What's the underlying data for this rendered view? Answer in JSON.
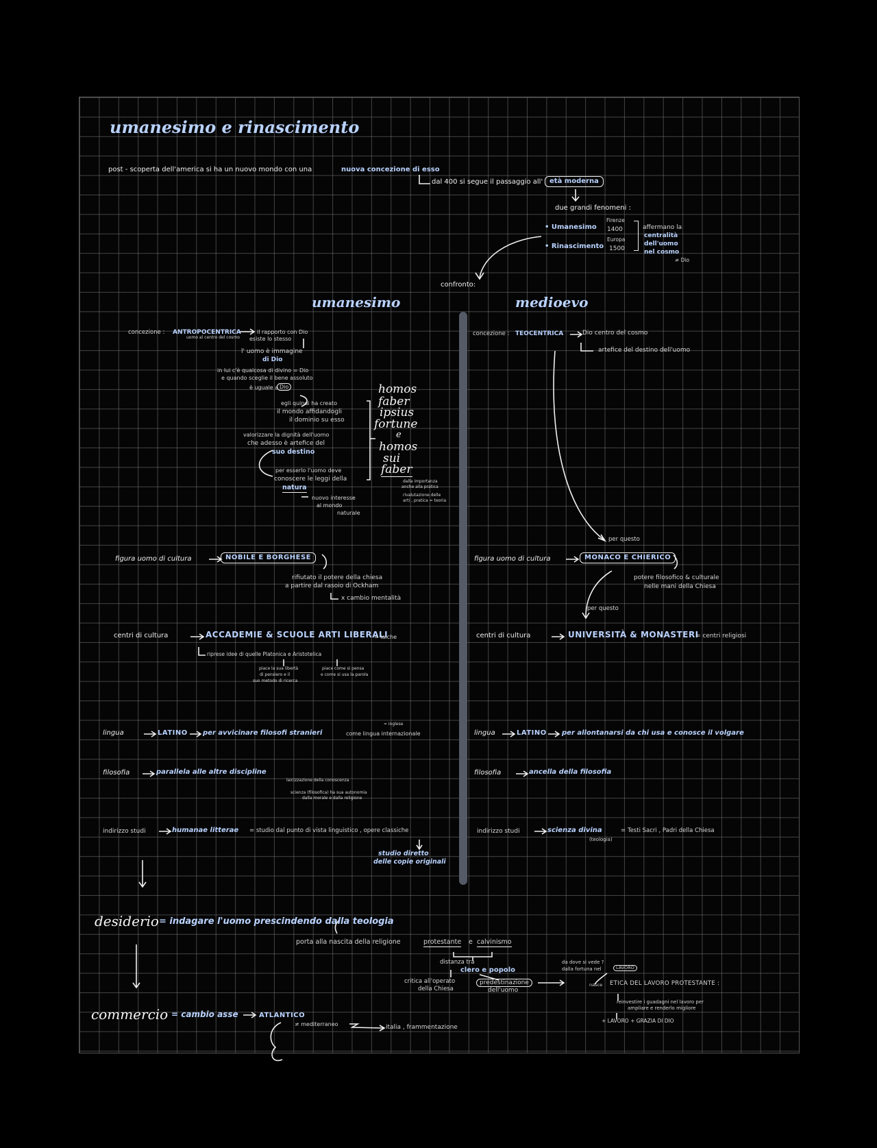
{
  "title": "umanesimo e rinascimento",
  "intro": {
    "line1a": "post - scoperta dell'america si ha un nuovo mondo con una",
    "line1b": "nuova concezione di esso",
    "line2a": "dal 400 si segue il passaggio all'",
    "line2b": "età moderna",
    "two_phenomena": "due grandi fenomeni :",
    "umanesimo": "• Umanesimo",
    "umanesimo_place": "Firenze",
    "umanesimo_year": "1400",
    "rinascimento": "• Rinascimento",
    "rinascimento_place": "Europa",
    "rinascimento_year": "1500",
    "affirm1": "affermano la",
    "affirm2": "centralità",
    "affirm3": "dell'uomo",
    "affirm4": "nel cosmo",
    "not_god": "≠ Dio",
    "confronto": "confronto:"
  },
  "left": {
    "header": "umanesimo",
    "concezione_label": "concezione :",
    "concezione_value": "ANTROPOCENTRICA",
    "rapporto": "il rapporto con Dio",
    "rapporto2": "esiste lo stesso",
    "uomo_centro": "uomo al centro del cosmo",
    "immagine1": "l' uomo è immagine",
    "immagine2": "di Dio",
    "divino1": "in lui c'è qualcosa di divino = Dio",
    "divino2": "e quando sceglie il bene assoluto",
    "divino3": "è uguale a",
    "divino3b": "Dio",
    "creato1": "egli quindi ha creato",
    "creato2": "il mondo affidandogli",
    "creato3": "il dominio su esso",
    "valorizzare1": "valorizzare la dignità dell'uomo",
    "valorizzare2": "che adesso è artefice del",
    "valorizzare3": "suo destino",
    "leggi1": "per esserlo l'uomo deve",
    "leggi2": "conoscere le leggi della",
    "leggi3": "natura",
    "interesse1": "nuovo interesse",
    "interesse2": "al mondo",
    "interesse3": "naturale",
    "latin1": "homos",
    "latin2": "faber",
    "latin3": "ipsius",
    "latin4": "fortune",
    "latin5": "e",
    "latin6": "homos",
    "latin7": "sui",
    "latin8": "faber",
    "pratica1": "dalla importanza",
    "pratica2": "anche alla pratica",
    "pratica3": "rivalutazione delle",
    "pratica4": "arti , pratica = teoria",
    "figura_label": "figura uomo di cultura",
    "figura_value": "NOBILE E BORGHESE",
    "rifiuto1": "rifiutato il potere della chiesa",
    "rifiuto2": "a partire dal rasoio di Ockham",
    "rifiuto3": "x cambio mentalità",
    "centri_label": "centri di cultura",
    "centri_value": "ACCADEMIE & SCUOLE ARTI LIBERALI",
    "centri_note": "= laiche",
    "idee": "riprese idee di quelle Platonica e Aristotelica",
    "platone1": "piace la sua libertà",
    "platone2": "di pensiero e il",
    "platone3": "suo metodo di ricerca",
    "aristotele1": "piace come si pensa",
    "aristotele2": "e come si usa la parola",
    "lingua_label": "lingua",
    "lingua_value": "LATINO",
    "lingua_text": "per avvicinare filosofi stranieri",
    "lingua_text2": "come lingua internazionale",
    "lingua_note": "= inglese",
    "filosofia_label": "filosofia",
    "filosofia_value": "parallela alle altre discipline",
    "filosofia_note1": "laicizzazione della conoscenza",
    "filosofia_note2": "scienza (filosofica) ha sua autonomia",
    "filosofia_note3": "dalla morale e dalla religione",
    "studi_label": "indirizzo studi",
    "studi_value": "humanae litterae",
    "studi_text": "= studio dal punto di vista linguistico , opere classiche",
    "studio1": "studio diretto",
    "studio2": "delle copie originali"
  },
  "right": {
    "header": "medioevo",
    "concezione_label": "concezione :",
    "concezione_value": "TEOCENTRICA",
    "dio_centro": "Dio centro del cosmo",
    "artefice": "artefice del destino dell'uomo",
    "per_questo": "per questo",
    "figura_label": "figura uomo di cultura",
    "figura_value": "MONACO E CHIERICO",
    "potere1": "potere filosofico & culturale",
    "potere2": "nelle mani della Chiesa",
    "per_questo2": "per questo",
    "centri_label": "centri di cultura",
    "centri_value": "UNIVERSITÀ & MONASTERI",
    "centri_note": "= centri religiosi",
    "lingua_label": "lingua",
    "lingua_value": "LATINO",
    "lingua_text": "per allontanarsi da chi usa e conosce il volgare",
    "filosofia_label": "filosofia",
    "filosofia_value": "ancella della filosofia",
    "studi_label": "indirizzo studi",
    "studi_value": "scienza divina",
    "studi_text": "= Testi Sacri , Padri della Chiesa",
    "studi_note": "(teologia)"
  },
  "bottom": {
    "desiderio": "desiderio",
    "desiderio_text": "= indagare l'uomo prescindendo dalla teologia",
    "porta": "porta alla nascita della religione",
    "protestante": "protestante",
    "e": "e",
    "calvinismo": "calvinismo",
    "distanza": "distanza tra",
    "clero": "clero e popolo",
    "critica1": "critica all'operato",
    "critica2": "della Chiesa",
    "predest1": "predestinazione",
    "predest2": "dell'uomo",
    "da_dove1": "da dove si vede ?",
    "da_dove2": "dalla fortuna nel",
    "lavoro": "LAVORO",
    "nasce": "nasce",
    "etica": "ETICA DEL LAVORO PROTESTANTE :",
    "reinvest1": "reinvestire i guadagni nel lavoro per",
    "reinvest2": "ampliare e renderlo migliore",
    "piu_lavoro": "+ LAVORO + GRAZIA DI DIO",
    "commercio": "commercio",
    "commercio_text": "= cambio asse",
    "atlantico": "ATLANTICO",
    "mediterraneo": "≠ mediterraneo",
    "italia": "italia , frammentazione"
  }
}
